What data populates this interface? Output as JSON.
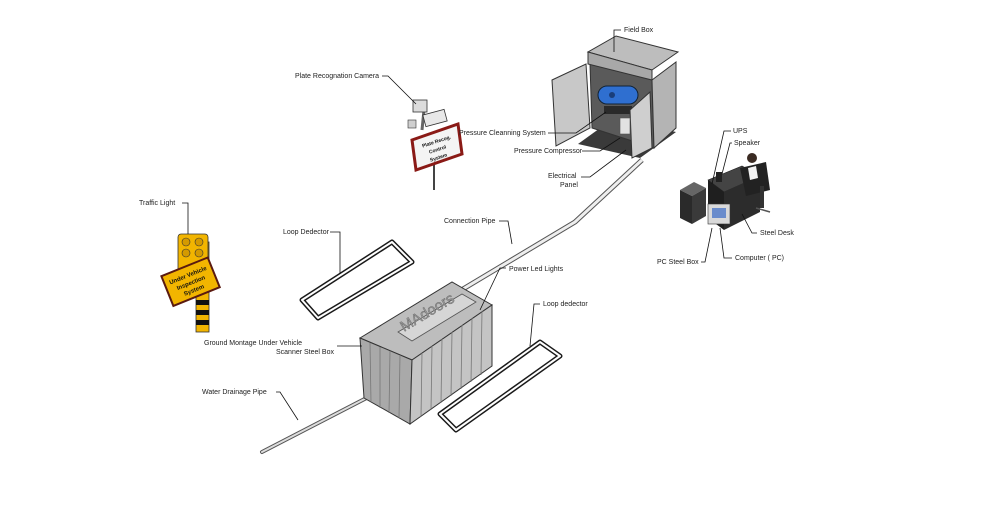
{
  "labels": {
    "field_box": "Field Box",
    "plate_camera": "Plate Recognation Camera",
    "pressure_system": "Pressure Cleanning System",
    "pressure_compressor": "Pressure Compressor",
    "electrical_panel_1": "Electrical",
    "electrical_panel_2": "Panel",
    "ups": "UPS",
    "speaker": "Speaker",
    "steel_desk": "Steel Desk",
    "pc_steel_box": "PC Steel Box",
    "computer": "Computer ( PC)",
    "traffic_light": "Traffic Light",
    "loop_detector_left": "Loop Dedector",
    "connection_pipe": "Connection Pipe",
    "power_led": "Power Led Lights",
    "loop_detector_right": "Loop dedector",
    "ground_box_1": "Ground Montage Under Vehicle",
    "ground_box_2": "Scanner Steel Box",
    "drainage_pipe": "Water Drainage Pipe"
  },
  "signs": {
    "traffic_sign_1": "Under Vehicle",
    "traffic_sign_2": "Inspection",
    "traffic_sign_3": "System",
    "camera_sign_1": "Plate Recog.",
    "camera_sign_2": "Control",
    "camera_sign_3": "System"
  },
  "brand": "MAdoors",
  "colors": {
    "steel": "#c9c9c9",
    "steel_dark": "#8f8f8f",
    "compressor": "#2f6fd0",
    "sign_yellow": "#f2b500",
    "sign_red": "#a0201c",
    "sign_white": "#f4f4f4"
  }
}
